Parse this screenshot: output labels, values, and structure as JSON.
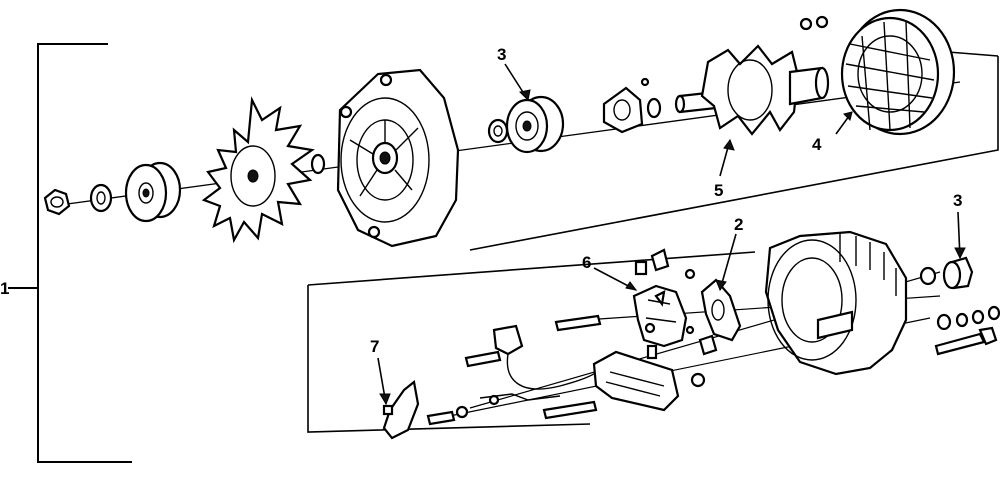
{
  "diagram": {
    "callouts": [
      {
        "id": "c1",
        "label": "1"
      },
      {
        "id": "c2",
        "label": "2"
      },
      {
        "id": "c3a",
        "label": "3"
      },
      {
        "id": "c3b",
        "label": "3"
      },
      {
        "id": "c4",
        "label": "4"
      },
      {
        "id": "c5",
        "label": "5"
      },
      {
        "id": "c6",
        "label": "6"
      },
      {
        "id": "c7",
        "label": "7"
      }
    ]
  }
}
